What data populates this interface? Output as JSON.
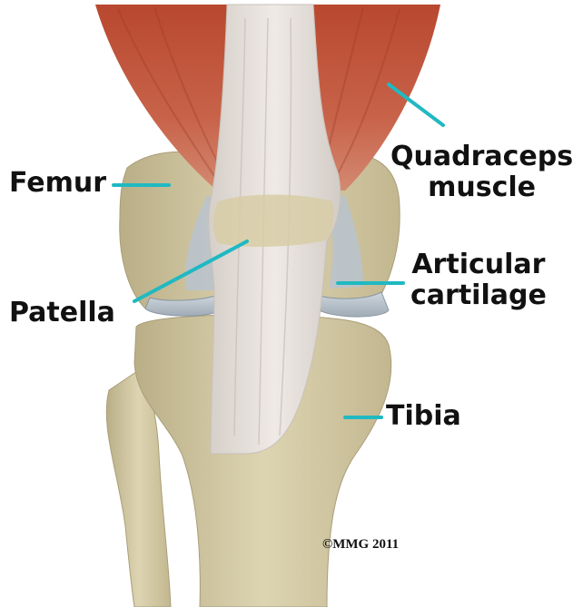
{
  "labels": {
    "quadraceps_line1": "Quadraceps",
    "quadraceps_line2": "muscle",
    "femur": "Femur",
    "articular_line1": "Articular",
    "articular_line2": "cartilage",
    "patella": "Patella",
    "tibia": "Tibia"
  },
  "copyright": "©MMG 2011",
  "colors": {
    "leader": "#1fb9c2",
    "muscle": "#c1553a",
    "bone": "#d3c9a4",
    "tendon": "#e3ddd8",
    "cartilage": "#b9c3cc"
  }
}
